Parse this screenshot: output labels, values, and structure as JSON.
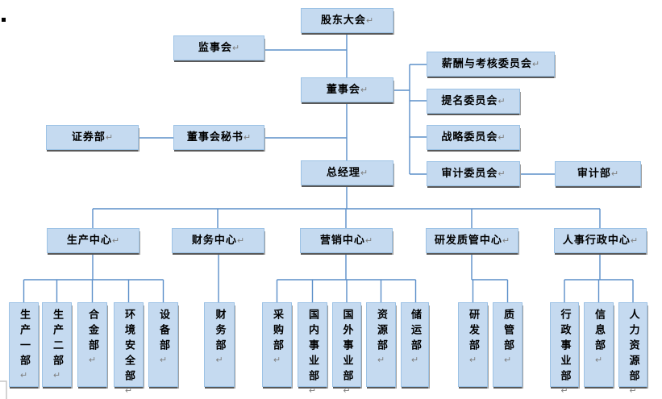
{
  "paragraph_mark": "↵",
  "colors": {
    "box_fill": "#c5daf0",
    "box_border": "#9cc2e5",
    "box_shadow_dark": "#595959",
    "box_shadow_gray": "#a0a0a0",
    "connector": "#5b8fc9",
    "text": "#000000",
    "paragraph_mark": "#7f7f7f",
    "corner_mark": "#c6c6c6"
  },
  "diagram": {
    "type": "org-chart",
    "nodes": [
      {
        "id": "shareholders-meeting",
        "label": "股东大会",
        "orientation": "horizontal",
        "parent": null
      },
      {
        "id": "supervisory-board",
        "label": "监事会",
        "orientation": "horizontal",
        "parent": "shareholders-meeting"
      },
      {
        "id": "board-of-directors",
        "label": "董事会",
        "orientation": "horizontal",
        "parent": "shareholders-meeting"
      },
      {
        "id": "compensation-appraisal-committee",
        "label": "薪酬与考核委员会",
        "orientation": "horizontal",
        "parent": "board-of-directors"
      },
      {
        "id": "nomination-committee",
        "label": "提名委员会",
        "orientation": "horizontal",
        "parent": "board-of-directors"
      },
      {
        "id": "strategy-committee",
        "label": "战略委员会",
        "orientation": "horizontal",
        "parent": "board-of-directors"
      },
      {
        "id": "audit-committee",
        "label": "审计委员会",
        "orientation": "horizontal",
        "parent": "board-of-directors"
      },
      {
        "id": "audit-department",
        "label": "审计部",
        "orientation": "horizontal",
        "parent": "audit-committee"
      },
      {
        "id": "securities-department",
        "label": "证券部",
        "orientation": "horizontal",
        "parent": "board-secretary"
      },
      {
        "id": "board-secretary",
        "label": "董事会秘书",
        "orientation": "horizontal",
        "parent": "board-of-directors"
      },
      {
        "id": "general-manager",
        "label": "总经理",
        "orientation": "horizontal",
        "parent": "board-of-directors"
      },
      {
        "id": "production-center",
        "label": "生产中心",
        "orientation": "horizontal",
        "parent": "general-manager"
      },
      {
        "id": "finance-center",
        "label": "财务中心",
        "orientation": "horizontal",
        "parent": "general-manager"
      },
      {
        "id": "marketing-center",
        "label": "营销中心",
        "orientation": "horizontal",
        "parent": "general-manager"
      },
      {
        "id": "rd-quality-center",
        "label": "研发质管中心",
        "orientation": "horizontal",
        "parent": "general-manager"
      },
      {
        "id": "hr-admin-center",
        "label": "人事行政中心",
        "orientation": "horizontal",
        "parent": "general-manager"
      },
      {
        "id": "production-dept-1",
        "label": "生产一部",
        "orientation": "vertical",
        "parent": "production-center"
      },
      {
        "id": "production-dept-2",
        "label": "生产二部",
        "orientation": "vertical",
        "parent": "production-center"
      },
      {
        "id": "alloy-dept",
        "label": "合金部",
        "orientation": "vertical",
        "parent": "production-center"
      },
      {
        "id": "env-safety-dept",
        "label": "环境安全部",
        "orientation": "vertical",
        "parent": "production-center"
      },
      {
        "id": "equipment-dept",
        "label": "设备部",
        "orientation": "vertical",
        "parent": "production-center"
      },
      {
        "id": "finance-dept",
        "label": "财务部",
        "orientation": "vertical",
        "parent": "finance-center"
      },
      {
        "id": "procurement-dept",
        "label": "采购部",
        "orientation": "vertical",
        "parent": "marketing-center"
      },
      {
        "id": "domestic-business-dept",
        "label": "国内事业部",
        "orientation": "vertical",
        "parent": "marketing-center"
      },
      {
        "id": "overseas-business-dept",
        "label": "国外事业部",
        "orientation": "vertical",
        "parent": "marketing-center"
      },
      {
        "id": "resources-dept",
        "label": "资源部",
        "orientation": "vertical",
        "parent": "marketing-center"
      },
      {
        "id": "storage-transport-dept",
        "label": "储运部",
        "orientation": "vertical",
        "parent": "marketing-center"
      },
      {
        "id": "rd-dept",
        "label": "研发部",
        "orientation": "vertical",
        "parent": "rd-quality-center"
      },
      {
        "id": "quality-dept",
        "label": "质管部",
        "orientation": "vertical",
        "parent": "rd-quality-center"
      },
      {
        "id": "admin-business-dept",
        "label": "行政事业部",
        "orientation": "vertical",
        "parent": "hr-admin-center"
      },
      {
        "id": "information-dept",
        "label": "信息部",
        "orientation": "vertical",
        "parent": "hr-admin-center"
      },
      {
        "id": "hr-dept",
        "label": "人力资源部",
        "orientation": "vertical",
        "parent": "hr-admin-center"
      }
    ]
  }
}
